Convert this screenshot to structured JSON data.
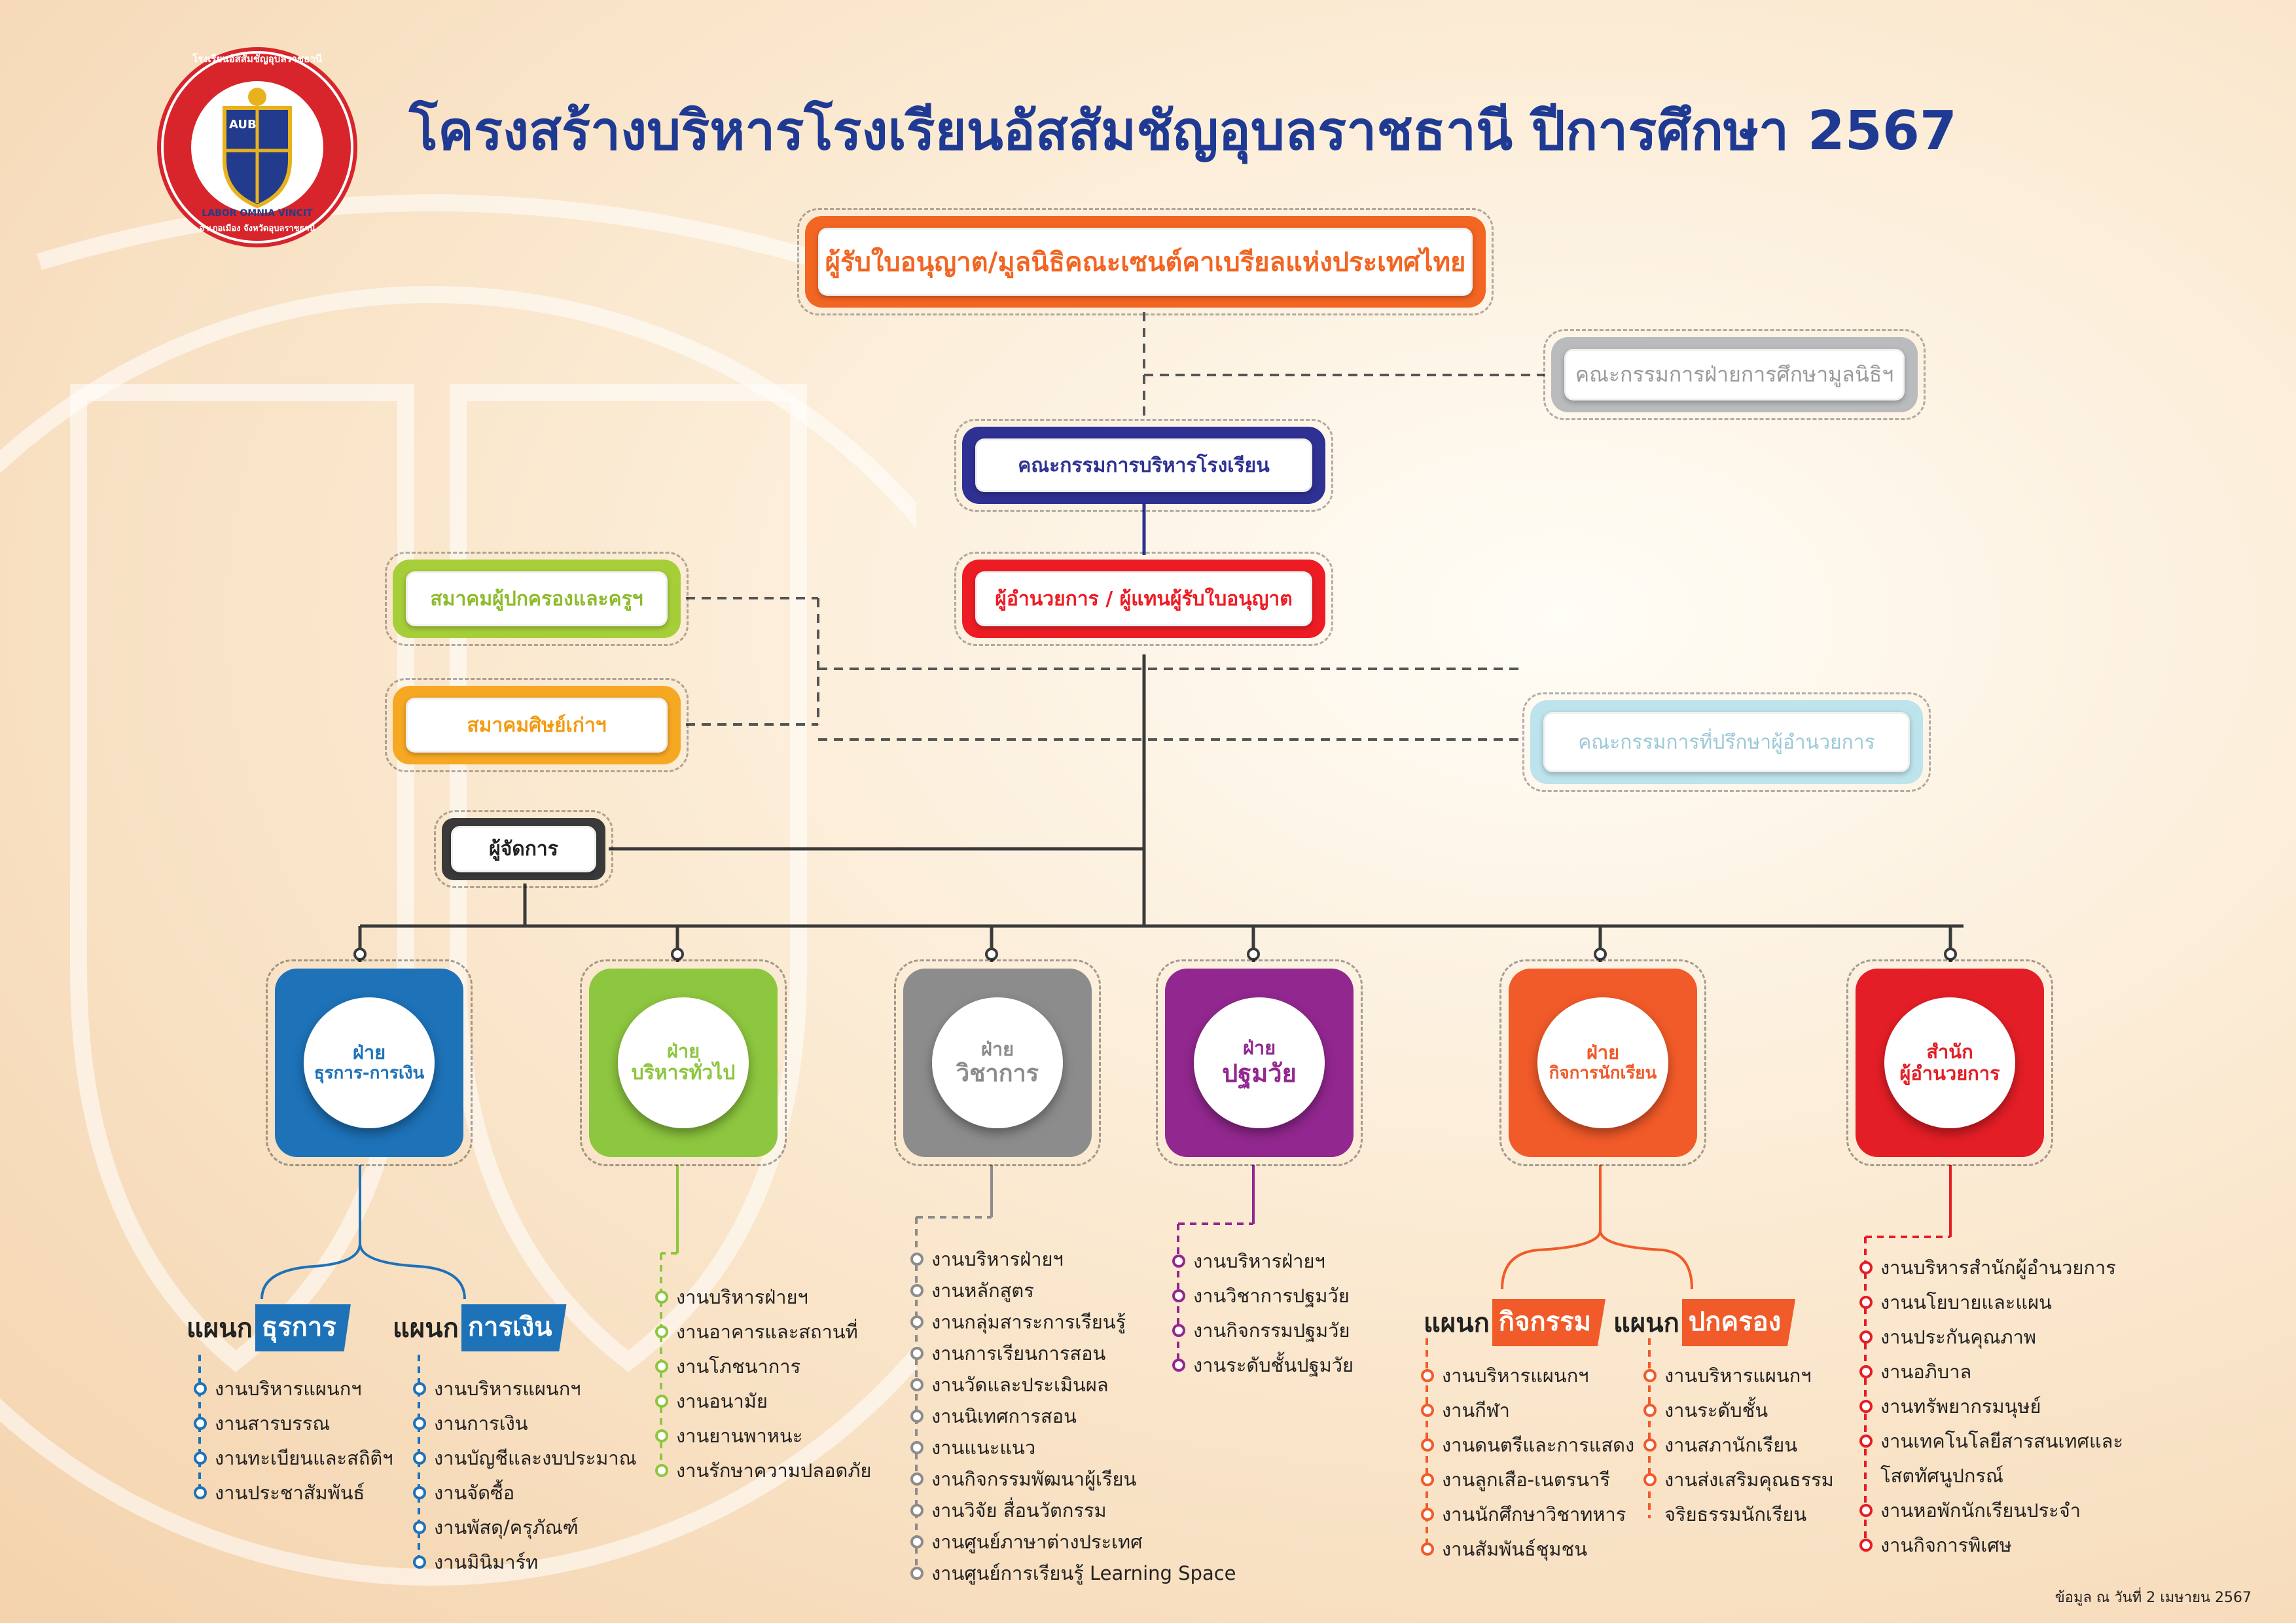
{
  "title": "โครงสร้างบริหารโรงเรียนอัสสัมชัญอุบลราชธานี ปีการศึกษา 2567",
  "logo": {
    "ring_top": "โรงเรียนอัสสัมชัญอุบลราชธานี",
    "ring_bottom": "อำเภอเมือง จังหวัดอุบลราชธานี",
    "motto": "LABOR OMNIA VINCIT",
    "shield_letters": "AUB",
    "colors": {
      "ring": "#d7252b",
      "shield": "#233b8c",
      "gold": "#e7b21c"
    }
  },
  "top_boxes": {
    "licensee": {
      "label": "ผู้รับใบอนุญาต/มูลนิธิคณะเซนต์คาเบรียลแห่งประเทศไทย",
      "color": "#f26522"
    },
    "foundation_committee": {
      "label": "คณะกรรมการฝ่ายการศึกษามูลนิธิฯ",
      "color": "#b9bbbd"
    },
    "school_board": {
      "label": "คณะกรรมการบริหารโรงเรียน",
      "color": "#2e3192"
    },
    "director": {
      "label": "ผู้อำนวยการ / ผู้แทนผู้รับใบอนุญาต",
      "color": "#ed1c24"
    },
    "parents_teachers": {
      "label": "สมาคมผู้ปกครองและครูฯ",
      "color": "#a6ce39"
    },
    "alumni": {
      "label": "สมาคมศิษย์เก่าฯ",
      "color": "#f7a823"
    },
    "advisory": {
      "label": "คณะกรรมการที่ปรึกษาผู้อำนวยการ",
      "color": "#bde3ec"
    },
    "manager": {
      "label": "ผู้จัดการ",
      "color": "#3a3a3a"
    }
  },
  "departments": [
    {
      "line1": "ฝ่าย",
      "line2": "ธุรการ-การเงิน",
      "color": "#1d72b8"
    },
    {
      "line1": "ฝ่าย",
      "line2": "บริหารทั่วไป",
      "color": "#8dc63f"
    },
    {
      "line1": "ฝ่าย",
      "line2": "วิชาการ",
      "color": "#8c8c8c"
    },
    {
      "line1": "ฝ่าย",
      "line2": "ปฐมวัย",
      "color": "#92278f"
    },
    {
      "line1": "ฝ่าย",
      "line2": "กิจการนักเรียน",
      "color": "#f15a29"
    },
    {
      "line1": "สำนัก",
      "line2": "ผู้อำนวยการ",
      "color": "#e41e26"
    }
  ],
  "sections": {
    "admin": {
      "prefix": "แผนก",
      "tag": "ธุรการ",
      "items": [
        "งานบริหารแผนกฯ",
        "งานสารบรรณ",
        "งานทะเบียนและสถิติฯ",
        "งานประชาสัมพันธ์"
      ]
    },
    "finance": {
      "prefix": "แผนก",
      "tag": "การเงิน",
      "items": [
        "งานบริหารแผนกฯ",
        "งานการเงิน",
        "งานบัญชีและงบประมาณ",
        "งานจัดซื้อ",
        "งานพัสดุ/ครุภัณฑ์",
        "งานมินิมาร์ท"
      ]
    },
    "activities": {
      "prefix": "แผนก",
      "tag": "กิจกรรม",
      "items": [
        "งานบริหารแผนกฯ",
        "งานกีฬา",
        "งานดนตรีและการแสดง",
        "งานลูกเสือ-เนตรนารี",
        "งานนักศึกษาวิชาทหาร",
        "งานสัมพันธ์ชุมชน"
      ]
    },
    "discipline": {
      "prefix": "แผนก",
      "tag": "ปกครอง",
      "items": [
        "งานบริหารแผนกฯ",
        "งานระดับชั้น",
        "งานสภานักเรียน",
        "งานส่งเสริมคุณธรรม",
        "จริยธรรมนักเรียน"
      ]
    }
  },
  "lists": {
    "general": [
      "งานบริหารฝ่ายฯ",
      "งานอาคารและสถานที่",
      "งานโภชนาการ",
      "งานอนามัย",
      "งานยานพาหนะ",
      "งานรักษาความปลอดภัย"
    ],
    "academic": [
      "งานบริหารฝ่ายฯ",
      "งานหลักสูตร",
      "งานกลุ่มสาระการเรียนรู้",
      "งานการเรียนการสอน",
      "งานวัดและประเมินผล",
      "งานนิเทศการสอน",
      "งานแนะแนว",
      "งานกิจกรรมพัฒนาผู้เรียน",
      "งานวิจัย สื่อนวัตกรรม",
      "งานศูนย์ภาษาต่างประเทศ",
      "งานศูนย์การเรียนรู้ Learning Space"
    ],
    "early": [
      "งานบริหารฝ่ายฯ",
      "งานวิชาการปฐมวัย",
      "งานกิจกรรมปฐมวัย",
      "งานระดับชั้นปฐมวัย"
    ],
    "office": [
      "งานบริหารสำนักผู้อำนวยการ",
      "งานนโยบายและแผน",
      "งานประกันคุณภาพ",
      "งานอภิบาล",
      "งานทรัพยากรมนุษย์",
      "งานเทคโนโลยีสารสนเทศและ",
      "โสตทัศนูปกรณ์",
      "งานหอพักนักเรียนประจำ",
      "งานกิจการพิเศษ"
    ]
  },
  "note": "ข้อมูล ณ วันที่ 2 เมษายน 2567"
}
